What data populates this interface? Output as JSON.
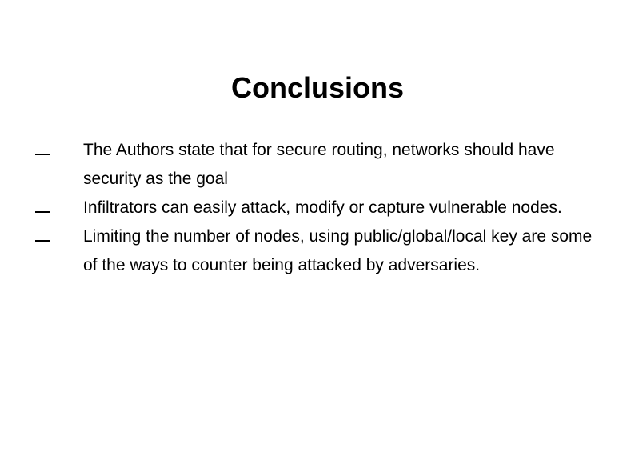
{
  "slide": {
    "title": "Conclusions",
    "bullets": [
      "The Authors state that for secure routing, networks should have security as the goal",
      "Infiltrators can easily attack, modify or capture vulnerable nodes.",
      "Limiting the number of nodes, using public/global/local key are some of the ways to counter being attacked by adversaries."
    ]
  }
}
